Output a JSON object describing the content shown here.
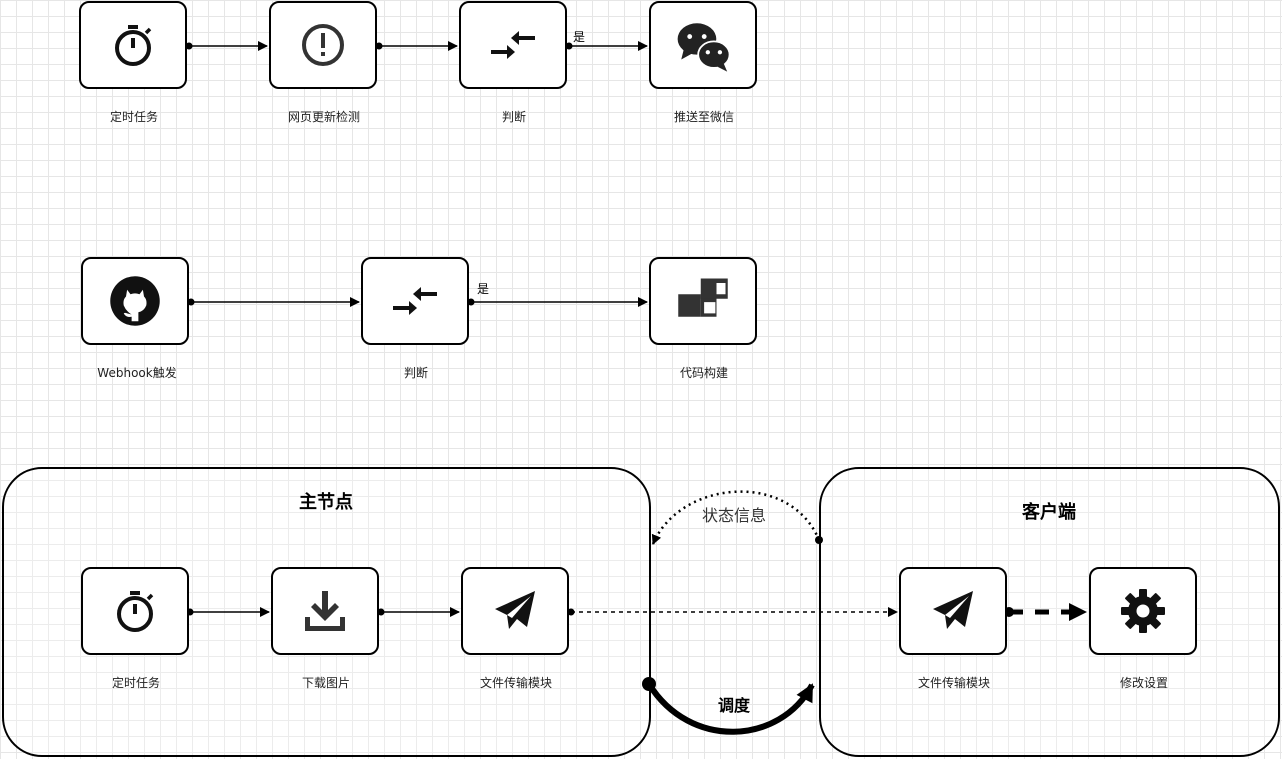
{
  "flow1": {
    "nodes": [
      {
        "label": "定时任务",
        "icon": "timer-icon"
      },
      {
        "label": "网页更新检测",
        "icon": "alert-icon"
      },
      {
        "label": "判断",
        "icon": "compare-arrows-icon"
      },
      {
        "label": "推送至微信",
        "icon": "wechat-icon"
      }
    ],
    "yes_label": "是"
  },
  "flow2": {
    "nodes": [
      {
        "label": "Webhook触发",
        "icon": "github-icon"
      },
      {
        "label": "判断",
        "icon": "compare-arrows-icon"
      },
      {
        "label": "代码构建",
        "icon": "build-blocks-icon"
      }
    ],
    "yes_label": "是"
  },
  "master": {
    "title": "主节点",
    "nodes": [
      {
        "label": "定时任务",
        "icon": "timer-icon"
      },
      {
        "label": "下载图片",
        "icon": "download-icon"
      },
      {
        "label": "文件传输模块",
        "icon": "send-icon"
      }
    ]
  },
  "client": {
    "title": "客户端",
    "nodes": [
      {
        "label": "文件传输模块",
        "icon": "send-icon"
      },
      {
        "label": "修改设置",
        "icon": "gear-icon"
      }
    ]
  },
  "edges": {
    "status_label": "状态信息",
    "dispatch_label": "调度"
  }
}
